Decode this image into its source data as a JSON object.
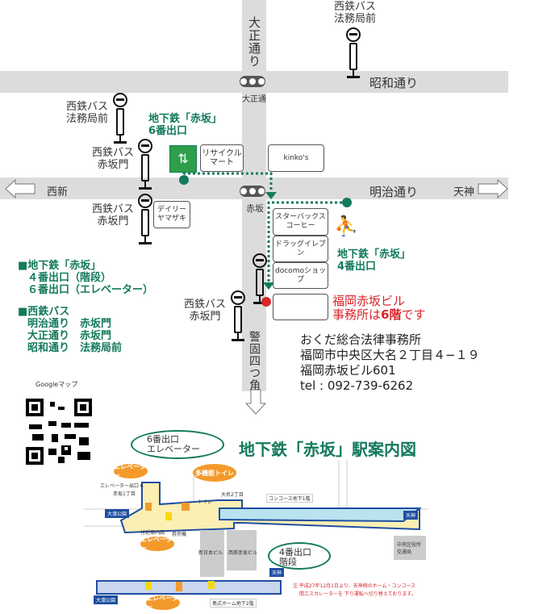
{
  "roads": {
    "taisho": "大正通り",
    "showa": "昭和通り",
    "meiji": "明治通り",
    "keigo": "警固四つ角",
    "nishijin": "西新",
    "tenjin": "天神"
  },
  "intersections": {
    "taisho_dori": "大正通",
    "akasaka": "赤坂"
  },
  "bus_stops": {
    "homukyoku_top": "西鉄バス\n法務局前",
    "homukyoku_left": "西鉄バス\n法務局前",
    "akasakamon1": "西鉄バス\n赤坂門",
    "akasakamon2": "西鉄バス\n赤坂門",
    "akasakamon3": "西鉄バス\n赤坂門"
  },
  "exits": {
    "exit6": "地下鉄「赤坂」\n6番出口",
    "exit4": "地下鉄「赤坂」\n4番出口"
  },
  "shops": {
    "recycle": "リサイクル\nマート",
    "kinkos": "kinko's",
    "daily": "デイリー\nヤマザキ",
    "starbucks": "スターバックス\nコーヒー",
    "drug": "ドラッグイレブン",
    "docomo": "docomoショップ"
  },
  "building": {
    "line1": "福岡赤坂ビル",
    "line2a": "事務所は",
    "line2b": "6階",
    "line2c": "です"
  },
  "legend": {
    "subway_title": "■地下鉄「赤坂」",
    "subway_1": "４番出口（階段）",
    "subway_2": "６番出口（エレベーター）",
    "bus_title": "■西鉄バス",
    "bus_1": "明治通り　赤坂門",
    "bus_2": "大正通り　赤坂門",
    "bus_3": "昭和通り　法務局前"
  },
  "office": {
    "name": "おくだ総合法律事務所",
    "address1": "福岡市中央区大名２丁目４−１９",
    "address2": "福岡赤坂ビル601",
    "tel": "tel : 092-739-6262"
  },
  "qr": {
    "label": "Googleマップ"
  },
  "station": {
    "title": "地下鉄「赤坂」駅案内図",
    "bubble6_1": "6番出口",
    "bubble6_2": "エレベーター",
    "bubble4_1": "4番出口",
    "bubble4_2": "階段",
    "elevator": "エレベーター",
    "toilet": "多機能トイレ",
    "elev_exit": "エレベーター出口 6",
    "akasaka1": "赤坂1丁目",
    "daimyo2": "大名2丁目",
    "concourse": "コンコース地下1階",
    "platform": "島式ホーム地下2階",
    "ohori": "大濠公園",
    "tenjin": "天神",
    "shinnihon": "新日本ビル",
    "nishitetsu": "西鉄赤坂ビル",
    "chuo": "中央区役所\n交通局",
    "guide": "付近案内図",
    "kaisatsu": "券売機",
    "toilet_small": "トイレ",
    "note1": "注 平成27年12月1日より、天神側のホーム・コンコース",
    "note2": "間エスカレーターを 下り運転へ切り替えております。"
  },
  "colors": {
    "green": "#137a5c",
    "red": "#d9262b",
    "orange": "#f39a2b",
    "blue": "#1f4fa0",
    "concourse": "#b9e3ef"
  }
}
